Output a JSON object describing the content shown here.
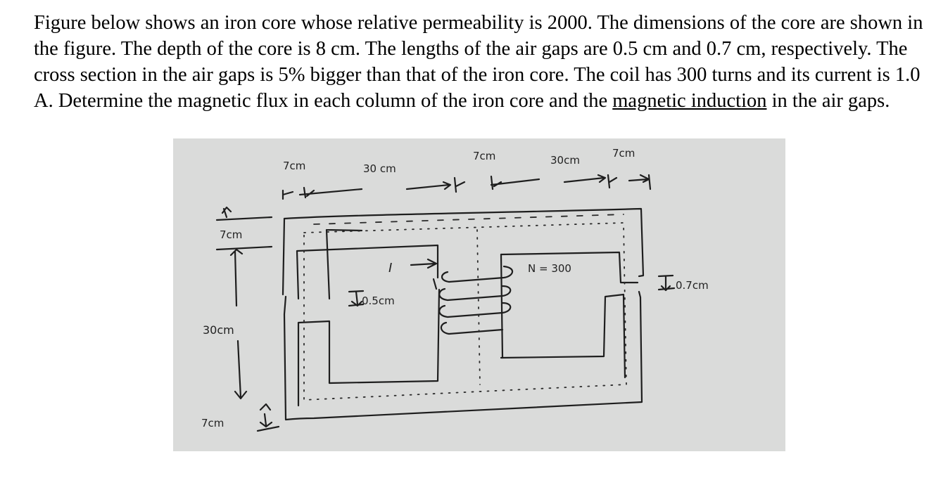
{
  "problem": {
    "text_main": "Figure below shows an iron core whose relative permeability is 2000. The dimensions of the core are shown in the figure. The depth of the core is 8 cm. The lengths of the air gaps are 0.5 cm and 0.7 cm, respectively. The cross section in the air gaps is 5% bigger than that of the iron core. The coil has 300 turns and its current is 1.0 A. Determine the magnetic flux in each column of the iron core and the ",
    "text_underlined": "magnetic induction",
    "text_end": " in the air gaps."
  },
  "figure": {
    "labels": {
      "top_left_width": "7cm",
      "top_window_1": "30 cm",
      "top_mid_width": "7cm",
      "top_window_2": "30cm",
      "top_right_width": "7cm",
      "left_top_height": "7cm",
      "left_window_height": "30cm",
      "left_bottom_height": "7cm",
      "current": "I",
      "gap_1": "0.5cm",
      "turns": "N = 300",
      "gap_2": "0.7cm"
    }
  }
}
